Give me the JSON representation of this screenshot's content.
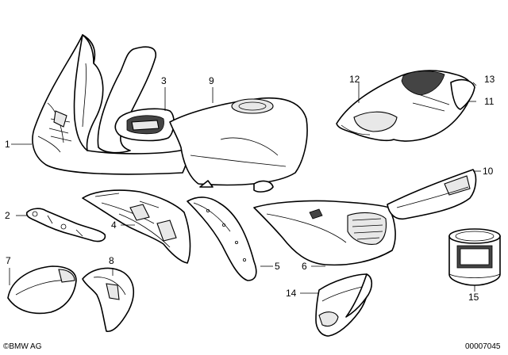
{
  "diagram": {
    "callouts": [
      {
        "id": "c1",
        "text": "1"
      },
      {
        "id": "c2",
        "text": "2"
      },
      {
        "id": "c3",
        "text": "3"
      },
      {
        "id": "c4",
        "text": "4"
      },
      {
        "id": "c5",
        "text": "5"
      },
      {
        "id": "c6",
        "text": "6"
      },
      {
        "id": "c7",
        "text": "7"
      },
      {
        "id": "c8",
        "text": "8"
      },
      {
        "id": "c9",
        "text": "9"
      },
      {
        "id": "c10",
        "text": "10"
      },
      {
        "id": "c11",
        "text": "11"
      },
      {
        "id": "c12",
        "text": "12"
      },
      {
        "id": "c13",
        "text": "13"
      },
      {
        "id": "c14",
        "text": "14"
      },
      {
        "id": "c15",
        "text": "15"
      }
    ],
    "brand_text": "BMW AG",
    "copyright_symbol": "©",
    "drawing_number": "00007045"
  }
}
